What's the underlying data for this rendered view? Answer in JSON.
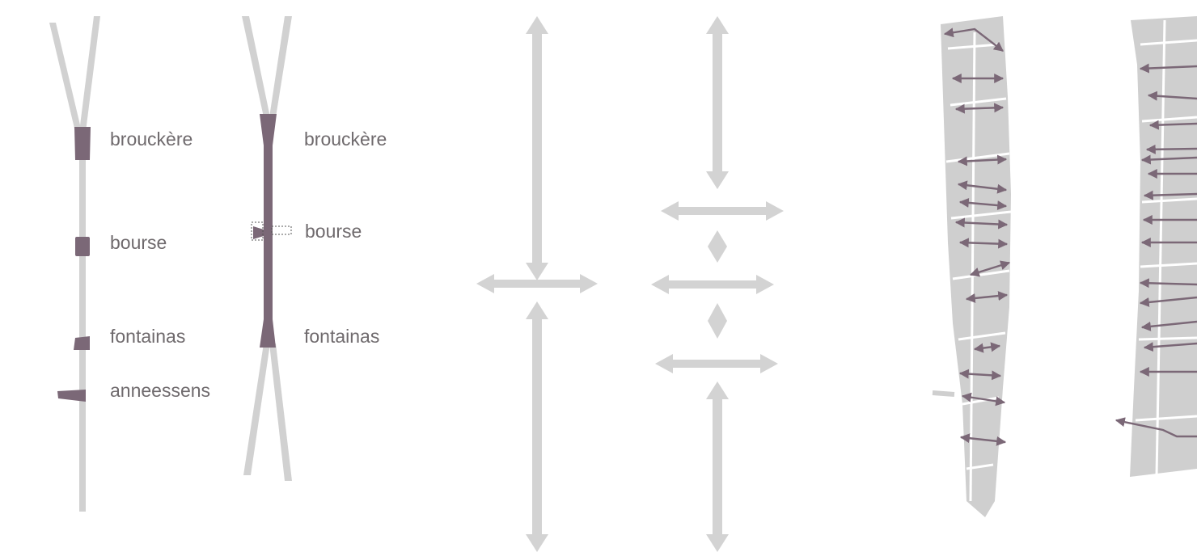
{
  "colors": {
    "road": "#d1d1d1",
    "station": "#7b6877",
    "block": "#cfcfcf",
    "text": "#6f6a6d",
    "background": "#ffffff"
  },
  "panel_a": {
    "stations": [
      "brouckère",
      "bourse",
      "fontainas",
      "anneessens"
    ]
  },
  "panel_b": {
    "stations": [
      "brouckère",
      "bourse",
      "fontainas"
    ]
  }
}
